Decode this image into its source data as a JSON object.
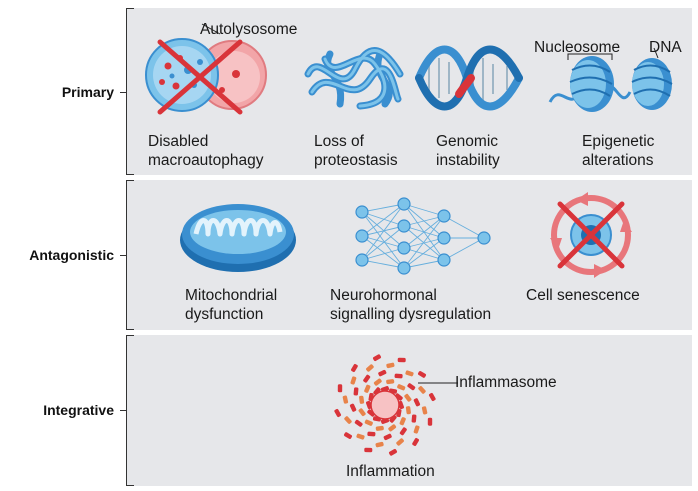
{
  "rows": {
    "primary": "Primary",
    "antagonistic": "Antagonistic",
    "integrative": "Integrative"
  },
  "primary": {
    "autolysosome_label": "Autolysosome",
    "macroautophagy": [
      "Disabled",
      "macroautophagy"
    ],
    "proteostasis": [
      "Loss of",
      "proteostasis"
    ],
    "genomic": [
      "Genomic",
      "instability"
    ],
    "epigenetic": [
      "Epigenetic",
      "alterations"
    ],
    "nucleosome_label": "Nucleosome",
    "dna_label": "DNA"
  },
  "antagonistic": {
    "mitochondrial": [
      "Mitochondrial",
      "dysfunction"
    ],
    "neurohormonal": [
      "Neurohormonal",
      "signalling dysregulation"
    ],
    "senescence": "Cell senescence"
  },
  "integrative": {
    "inflammasome_label": "Inflammasome",
    "inflammation": "Inflammation"
  },
  "colors": {
    "panel": "#e6e7ea",
    "blue": "#3a8fd0",
    "light_blue": "#7cc3ea",
    "red": "#d9343a",
    "pink": "#f2a5a8",
    "orange": "#e8834a"
  }
}
